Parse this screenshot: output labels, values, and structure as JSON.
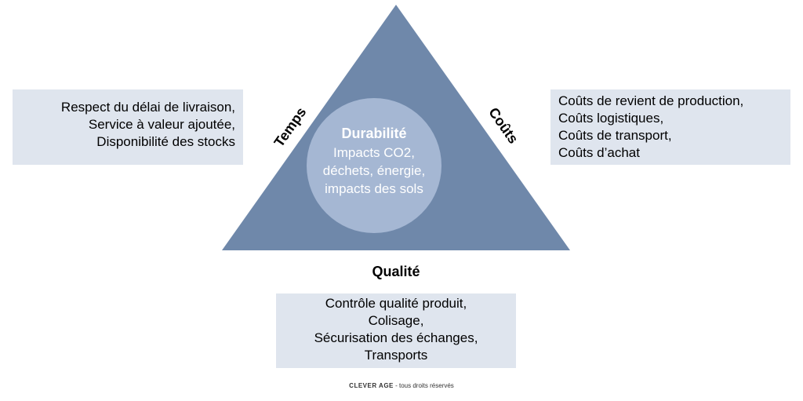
{
  "colors": {
    "triangle": "#6f88aa",
    "circle": "#a5b7d3",
    "box_fill": "#dfe5ee"
  },
  "center": {
    "title": "Durabilité",
    "lines": [
      "Impacts CO2,",
      "déchets, énergie,",
      "impacts des sols"
    ]
  },
  "sides": {
    "left": "Temps",
    "right": "Coûts",
    "bottom": "Qualité"
  },
  "boxes": {
    "left": [
      "Respect du délai de livraison,",
      "Service à valeur ajoutée,",
      "Disponibilité des stocks"
    ],
    "right": [
      "Coûts de revient de production,",
      "Coûts logistiques,",
      "Coûts de transport,",
      "Coûts d’achat"
    ],
    "bottom": [
      "Contrôle qualité produit,",
      "Colisage,",
      "Sécurisation des échanges,",
      "Transports"
    ]
  },
  "footer": {
    "brand": "CLEVER AGE",
    "text": " - tous droits réservés"
  }
}
